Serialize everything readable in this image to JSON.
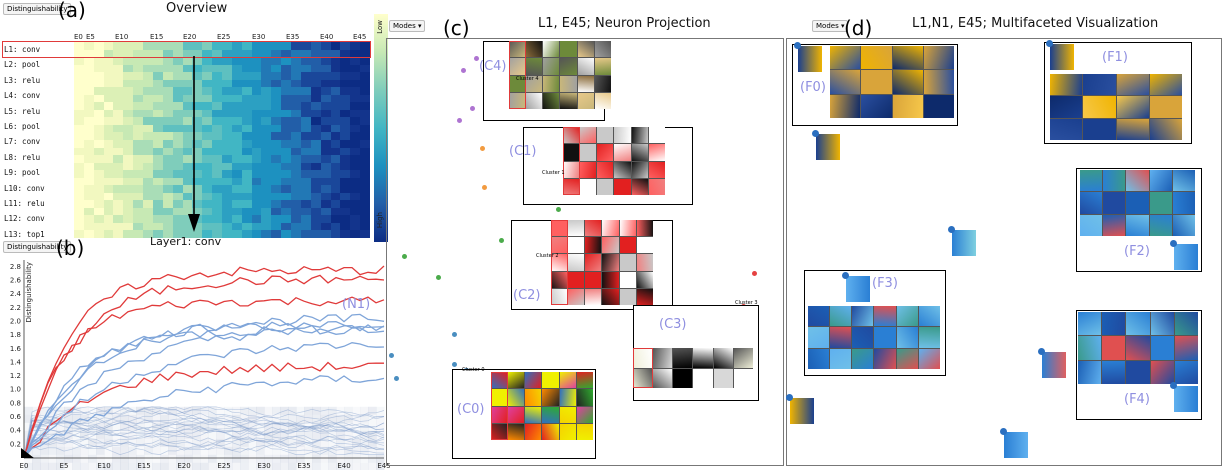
{
  "panel_a": {
    "label": "(a)",
    "title": "Overview",
    "button": "Distinguishability",
    "x_ticks": [
      "E0",
      "E5",
      "E10",
      "E15",
      "E20",
      "E25",
      "E30",
      "E35",
      "E40",
      "E45"
    ],
    "layers": [
      "L1: conv",
      "L2: pool",
      "L3: relu",
      "L4: conv",
      "L5: relu",
      "L6: pool",
      "L7: conv",
      "L8: relu",
      "L9: pool",
      "L10: conv",
      "L11: relu",
      "L12: conv",
      "L13: top1"
    ],
    "legend_low": "Low",
    "legend_high": "High",
    "arrow_label": "Layer1: conv"
  },
  "panel_b": {
    "label": "(b)",
    "button": "Distinguishability",
    "y_label": "Distinguishability",
    "y_ticks": [
      "2.8",
      "2.6",
      "2.4",
      "2.2",
      "2.0",
      "1.8",
      "1.6",
      "1.4",
      "1.2",
      "1.0",
      "0.8",
      "0.6",
      "0.4",
      "0.2"
    ],
    "x_ticks": [
      "E0",
      "E5",
      "E10",
      "E15",
      "E20",
      "E25",
      "E30",
      "E35",
      "E40",
      "E45"
    ],
    "annotation": "(N1)"
  },
  "panel_c": {
    "label": "(c)",
    "modes": "Modes ▾",
    "title": "L1, E45; Neuron Projection",
    "clusters": [
      {
        "ann": "(C4)",
        "tag": "Cluster 4"
      },
      {
        "ann": "(C1)",
        "tag": "Cluster 1"
      },
      {
        "ann": "(C2)",
        "tag": "Cluster 2"
      },
      {
        "ann": "(C3)",
        "tag": "Cluster 3"
      },
      {
        "ann": "(C0)",
        "tag": "Cluster 0"
      }
    ]
  },
  "panel_d": {
    "label": "(d)",
    "modes": "Modes ▾",
    "title": "L1,N1, E45; Multifaceted Visualization",
    "facets": [
      "(F0)",
      "(F1)",
      "(F2)",
      "(F3)",
      "(F4)"
    ]
  },
  "colors": {
    "red_line": "#e03a3a",
    "blue_line": "#7fa5d9",
    "highlight": "#e03a3a",
    "c0": "#2a7ab5",
    "c1": "#f08a1f",
    "c2": "#2c9c2c",
    "c3": "#e02020",
    "c4": "#a05cc9"
  }
}
